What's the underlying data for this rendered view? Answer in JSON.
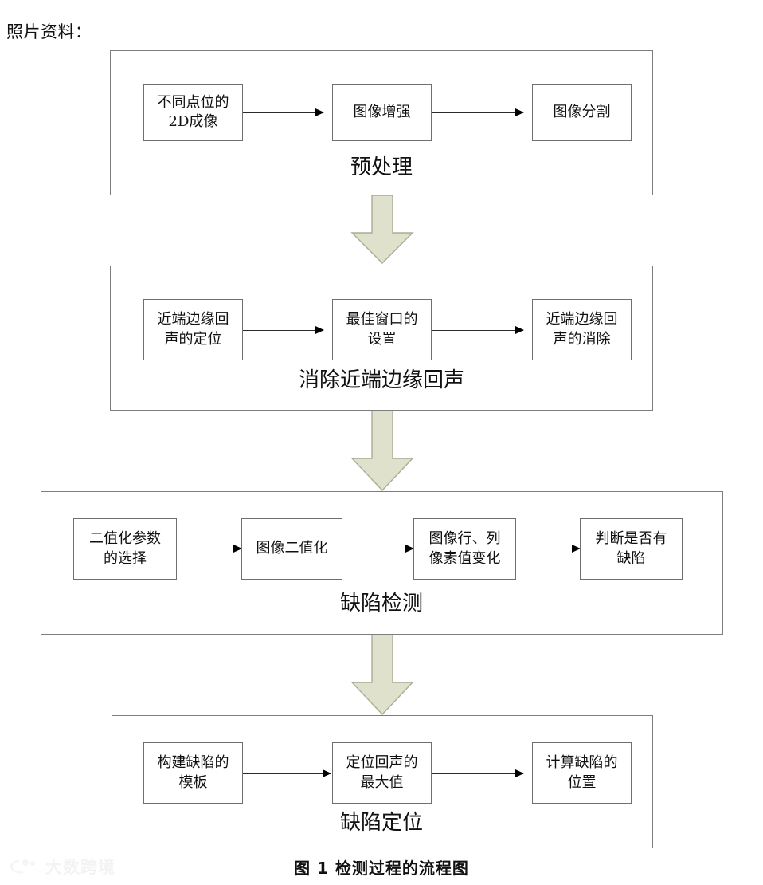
{
  "page": {
    "label": "照片资料：",
    "caption": "图 1  检测过程的流程图",
    "watermark_text": "大数跨境"
  },
  "colors": {
    "arrow_fill": "#dfe1cd",
    "arrow_stroke": "#a9ad93",
    "box_border": "#6f6f6f",
    "stage_border": "#7d7d7d",
    "connector": "#2a2a2a",
    "text": "#111111"
  },
  "stages": [
    {
      "id": "preprocessing",
      "title": "预处理",
      "steps": [
        {
          "id": "multi-point-2d-imaging",
          "lines": [
            "不同点位的",
            "2D成像"
          ]
        },
        {
          "id": "image-enhancement",
          "lines": [
            "图像增强"
          ]
        },
        {
          "id": "image-segmentation",
          "lines": [
            "图像分割"
          ]
        }
      ]
    },
    {
      "id": "near-end-edge-echo-removal",
      "title": "消除近端边缘回声",
      "steps": [
        {
          "id": "locate-near-end-edge-echo",
          "lines": [
            "近端边缘回",
            "声的定位"
          ]
        },
        {
          "id": "optimal-window-setting",
          "lines": [
            "最佳窗口的",
            "设置"
          ]
        },
        {
          "id": "remove-near-end-edge-echo",
          "lines": [
            "近端边缘回",
            "声的消除"
          ]
        }
      ]
    },
    {
      "id": "defect-detection",
      "title": "缺陷检测",
      "steps": [
        {
          "id": "binarization-parameter-selection",
          "lines": [
            "二值化参数",
            "的选择"
          ]
        },
        {
          "id": "image-binarization",
          "lines": [
            "图像二值化"
          ]
        },
        {
          "id": "row-column-pixel-change",
          "lines": [
            "图像行、列",
            "像素值变化"
          ]
        },
        {
          "id": "judge-defect-presence",
          "lines": [
            "判断是否有",
            "缺陷"
          ]
        }
      ]
    },
    {
      "id": "defect-localization",
      "title": "缺陷定位",
      "steps": [
        {
          "id": "build-defect-template",
          "lines": [
            "构建缺陷的",
            "模板"
          ]
        },
        {
          "id": "locate-echo-maximum",
          "lines": [
            "定位回声的",
            "最大值"
          ]
        },
        {
          "id": "compute-defect-position",
          "lines": [
            "计算缺陷的",
            "位置"
          ]
        }
      ]
    }
  ]
}
